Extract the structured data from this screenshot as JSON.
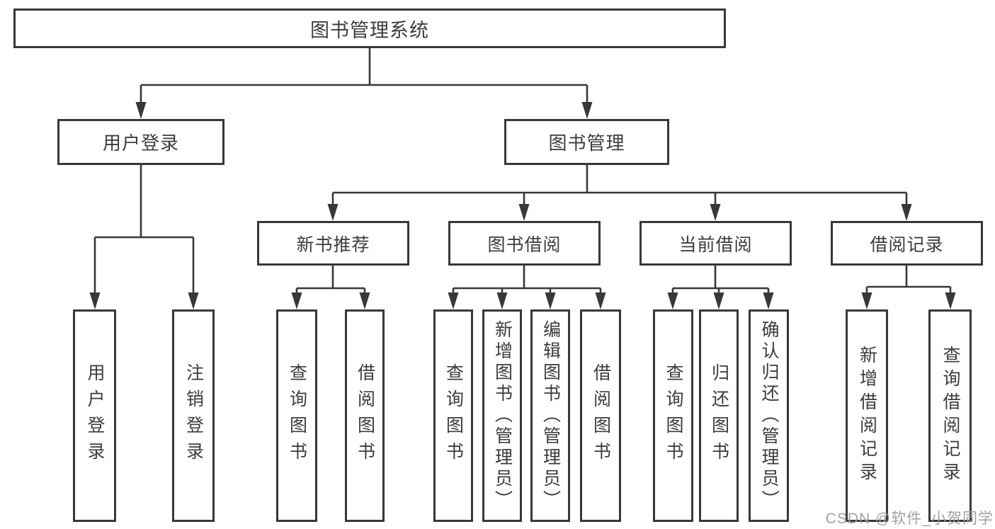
{
  "diagram": {
    "root": {
      "label": "图书管理系统",
      "children": [
        {
          "label": "用户登录",
          "children": [
            {
              "label": "用户登录"
            },
            {
              "label": "注销登录"
            }
          ]
        },
        {
          "label": "图书管理",
          "children": [
            {
              "label": "新书推荐",
              "children": [
                {
                  "label": "查询图书"
                },
                {
                  "label": "借阅图书"
                }
              ]
            },
            {
              "label": "图书借阅",
              "children": [
                {
                  "label": "查询图书"
                },
                {
                  "label": "新增图书（管理员）"
                },
                {
                  "label": "编辑图书（管理员）"
                },
                {
                  "label": "借阅图书"
                }
              ]
            },
            {
              "label": "当前借阅",
              "children": [
                {
                  "label": "查询图书"
                },
                {
                  "label": "归还图书"
                },
                {
                  "label": "确认归还（管理员）"
                }
              ]
            },
            {
              "label": "借阅记录",
              "children": [
                {
                  "label": "新增借阅记录"
                },
                {
                  "label": "查询借阅记录"
                }
              ]
            }
          ]
        }
      ]
    },
    "watermark": "CSDN @软件_小贺同学",
    "colors": {
      "line": "#383838",
      "text": "#3c3c3c",
      "watermark": "#9c9c9c",
      "background": "#ffffff"
    }
  }
}
